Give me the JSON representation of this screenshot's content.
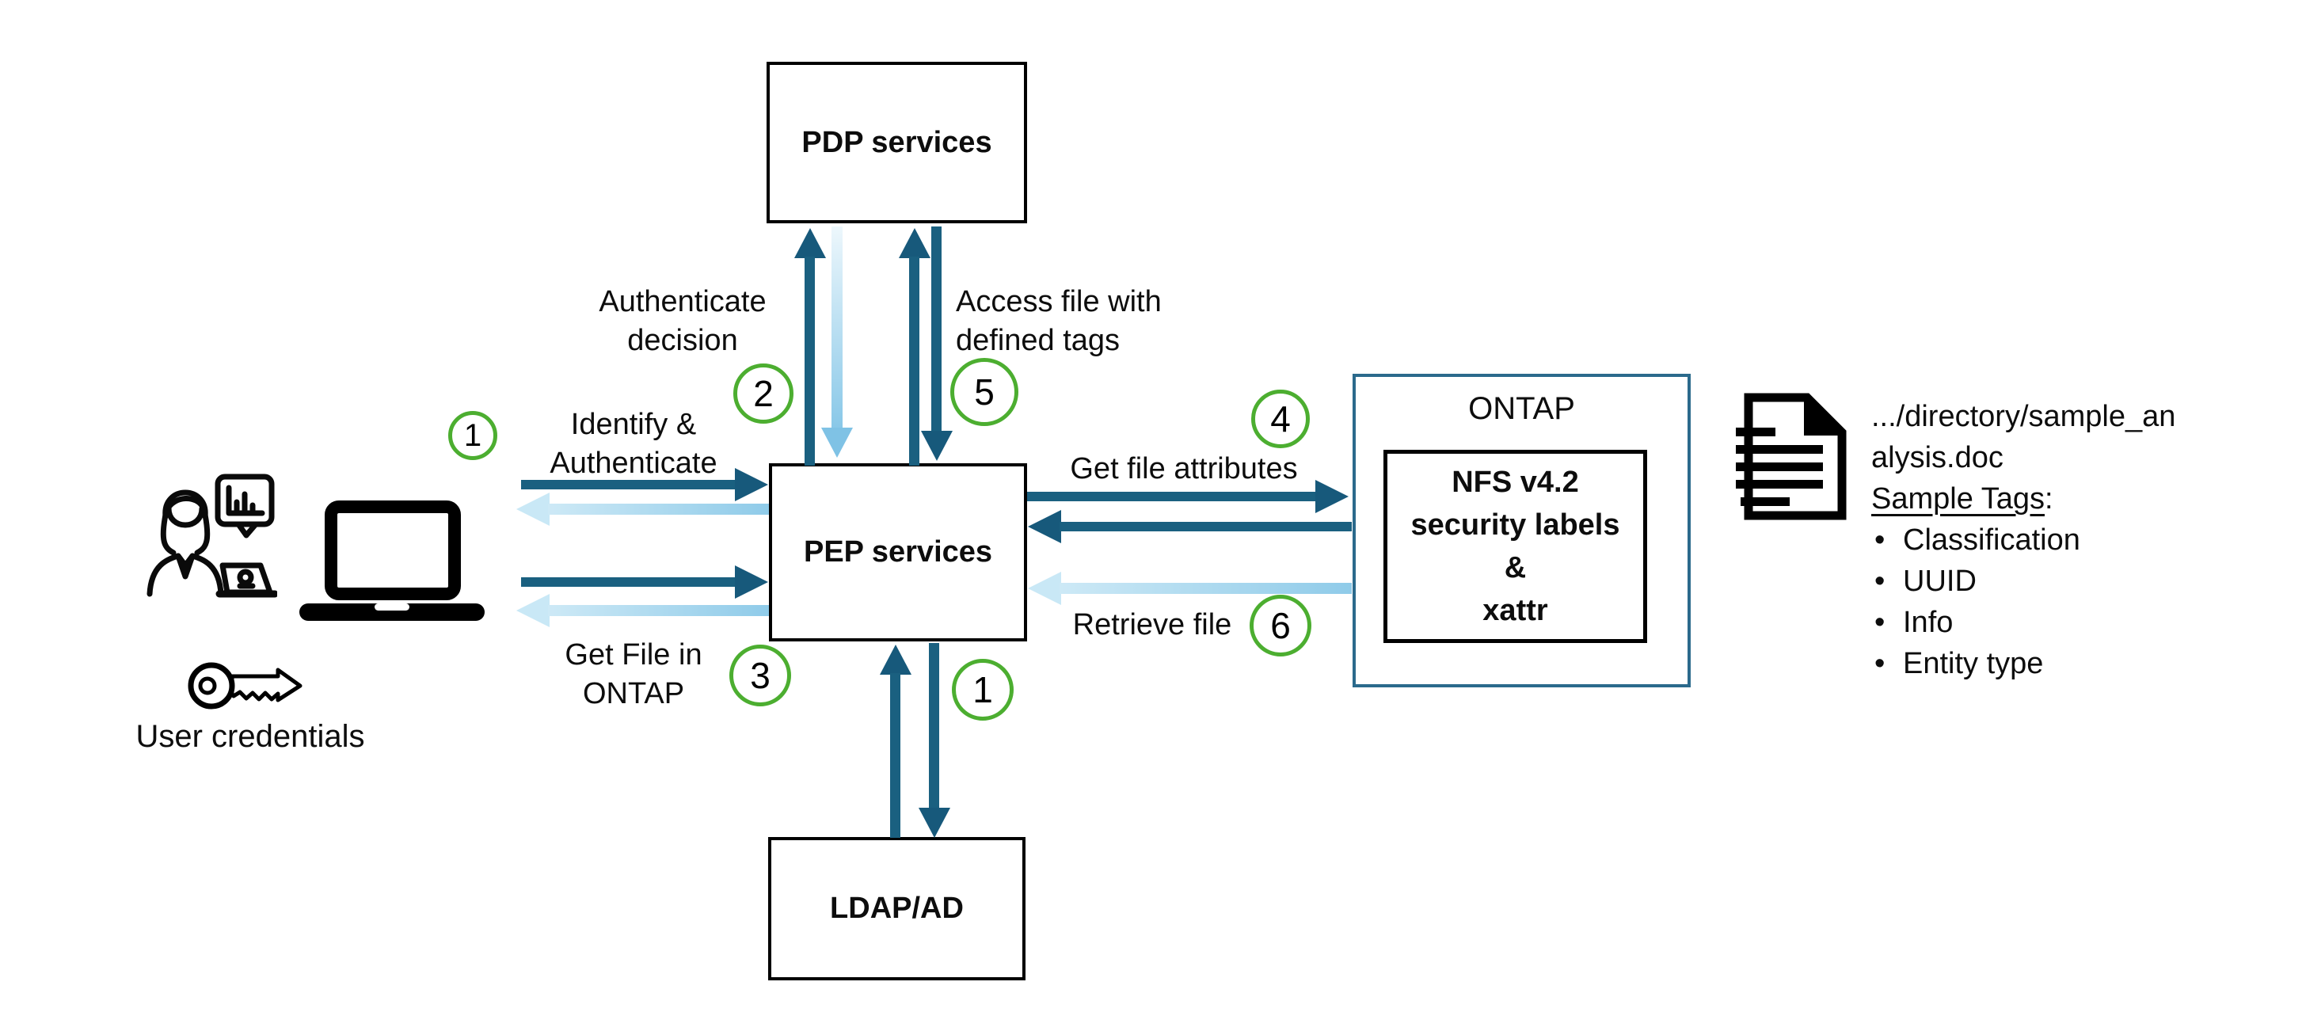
{
  "colors": {
    "arrow_dark": "#1A6080",
    "arrow_light": "#9ED3EE",
    "step_circle_green": "#4CAE30",
    "ontap_border": "#2B6A8C",
    "box_border": "#000000"
  },
  "boxes": {
    "pdp": {
      "label": "PDP services"
    },
    "pep": {
      "label": "PEP services"
    },
    "ldap": {
      "label": "LDAP/AD"
    },
    "ontap": {
      "title": "ONTAP",
      "nfs_label": "NFS v4.2\nsecurity labels\n&\nxattr"
    }
  },
  "actors": {
    "user_icon": "analyst-with-chart-icon",
    "device_icon": "laptop-icon",
    "credentials_icon": "key-icon",
    "credentials_label": "User credentials"
  },
  "flows": {
    "identify_authenticate": {
      "step": "1",
      "label": "Identify &\nAuthenticate"
    },
    "authenticate_decision": {
      "step": "2",
      "label": "Authenticate\ndecision"
    },
    "get_file_in_ontap": {
      "step": "3",
      "label": "Get File in\nONTAP"
    },
    "get_file_attributes": {
      "step": "4",
      "label": "Get file attributes"
    },
    "access_file_with_tags": {
      "step": "5",
      "label": "Access file with\ndefined tags"
    },
    "retrieve_file": {
      "step": "6",
      "label": "Retrieve file"
    },
    "ldap_lookup": {
      "step": "1"
    }
  },
  "file_details": {
    "icon": "document-icon",
    "path": ".../directory/sample_analysis.doc",
    "tags_heading": "Sample Tags",
    "tags_heading_suffix": ":",
    "tags": [
      "Classification",
      "UUID",
      "Info",
      "Entity type"
    ]
  }
}
